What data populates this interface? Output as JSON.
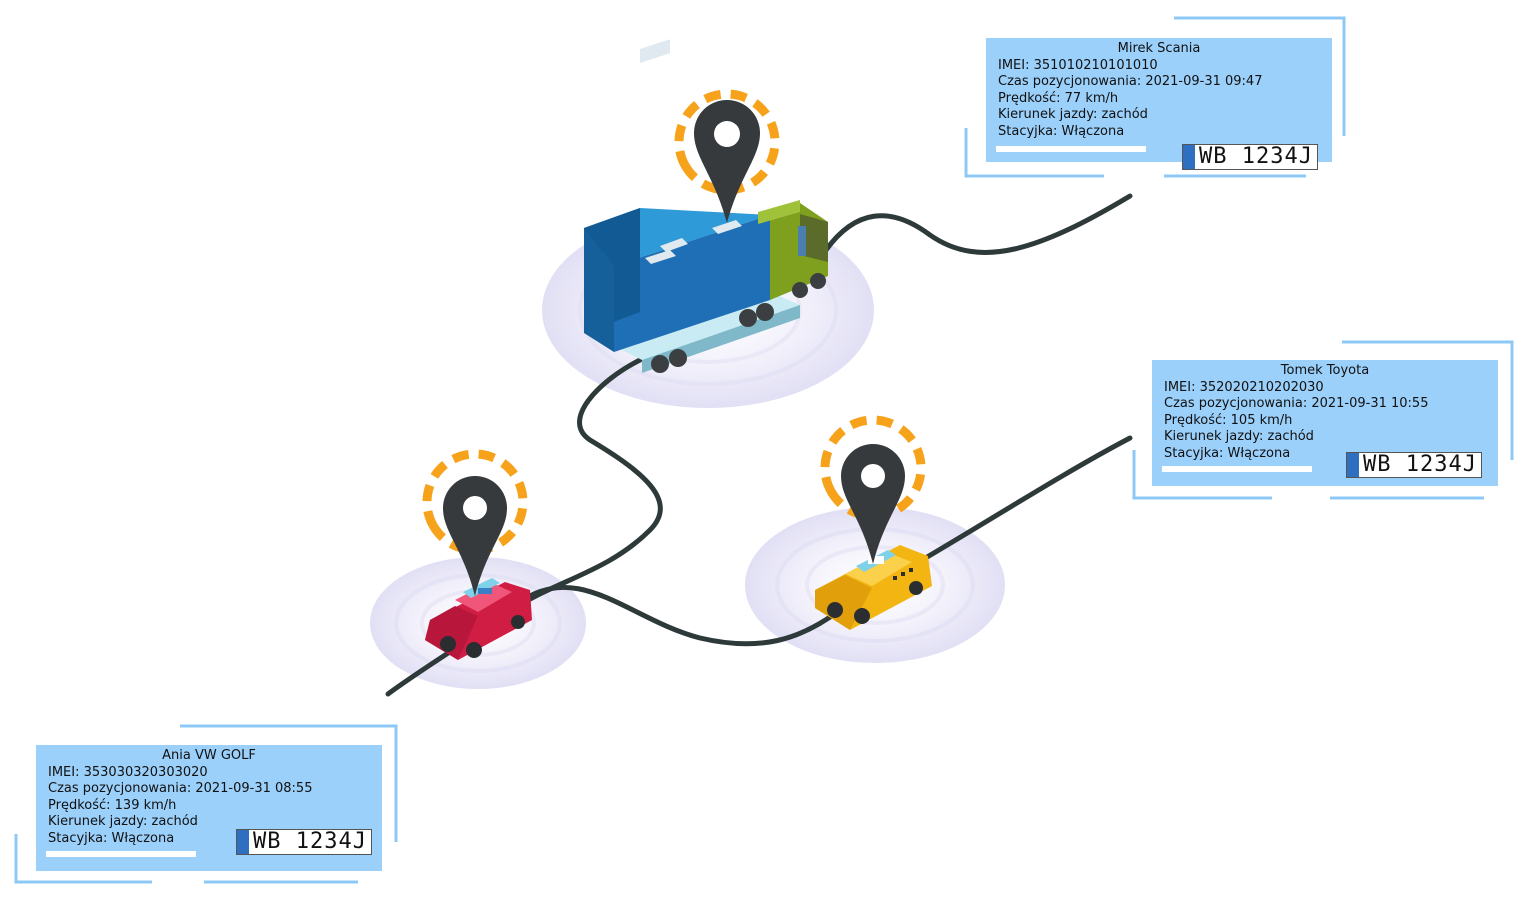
{
  "vehicles": [
    {
      "id": "scania",
      "title": "Mirek Scania",
      "imei": "IMEI: 351010210101010",
      "time": "Czas pozycjonowania: 2021-09-31 09:47",
      "speed": "Prędkość: 77 km/h",
      "direction": "Kierunek jazdy: zachód",
      "ignition": "Stacyjka: Włączona",
      "plate": "WB 1234J"
    },
    {
      "id": "toyota",
      "title": "Tomek Toyota",
      "imei": "IMEI: 352020210202030",
      "time": "Czas pozycjonowania: 2021-09-31 10:55",
      "speed": "Prędkość: 105 km/h",
      "direction": "Kierunek jazdy: zachód",
      "ignition": "Stacyjka: Włączona",
      "plate": "WB 1234J"
    },
    {
      "id": "golf",
      "title": "Ania VW GOLF",
      "imei": "IMEI: 353030320303020",
      "time": "Czas pozycjonowania: 2021-09-31 08:55",
      "speed": "Prędkość: 139 km/h",
      "direction": "Kierunek jazdy: zachód",
      "ignition": "Stacyjka: Włączona",
      "plate": "WB 1234J"
    }
  ],
  "colors": {
    "card_fill": "#9bd0fb",
    "card_bracket": "#8ec8f6",
    "road": "#2e3a3a",
    "pin": "#363a3d",
    "ring_orange": "#f7a21b",
    "ring_red": "#e2283c",
    "halo": "#e9e7f8",
    "truck_box": "#1a7fc4",
    "truck_cab": "#86a92a",
    "car_red": "#e0244a",
    "taxi_yellow": "#f7be16"
  },
  "icons": [
    "map-pin-icon",
    "truck-icon",
    "car-icon",
    "taxi-icon",
    "license-plate-icon"
  ]
}
